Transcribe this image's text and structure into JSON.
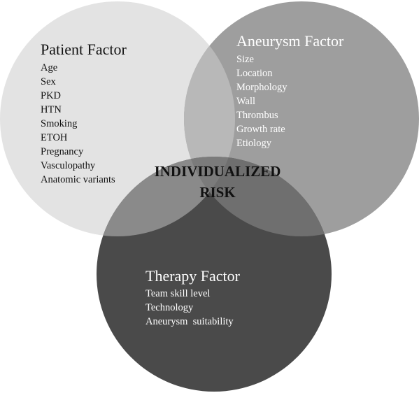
{
  "diagram": {
    "circles": [
      {
        "key": "patient",
        "title": "Patient Factor",
        "items": [
          "Age",
          "Sex",
          "PKD",
          "HTN",
          "Smoking",
          "ETOH",
          "Pregnancy",
          "Vasculopathy",
          "Anatomic variants"
        ],
        "fill": "#e3e3e3",
        "text_color": "#111111"
      },
      {
        "key": "aneurysm",
        "title": "Aneurysm Factor",
        "items": [
          "Size",
          "Location",
          "Morphology",
          "Wall",
          "Thrombus",
          "Growth rate",
          "Etiology"
        ],
        "fill": "#9e9e9e",
        "text_color": "#ffffff"
      },
      {
        "key": "therapy",
        "title": "Therapy Factor",
        "items": [
          "Team skill level",
          "Technology",
          "Aneurysm  suitability"
        ],
        "fill": "#4a4a4a",
        "text_color": "#ffffff"
      }
    ],
    "center_label": {
      "line1": "INDIVIDUALIZED",
      "line2": "RISK",
      "color": "#111111"
    }
  }
}
